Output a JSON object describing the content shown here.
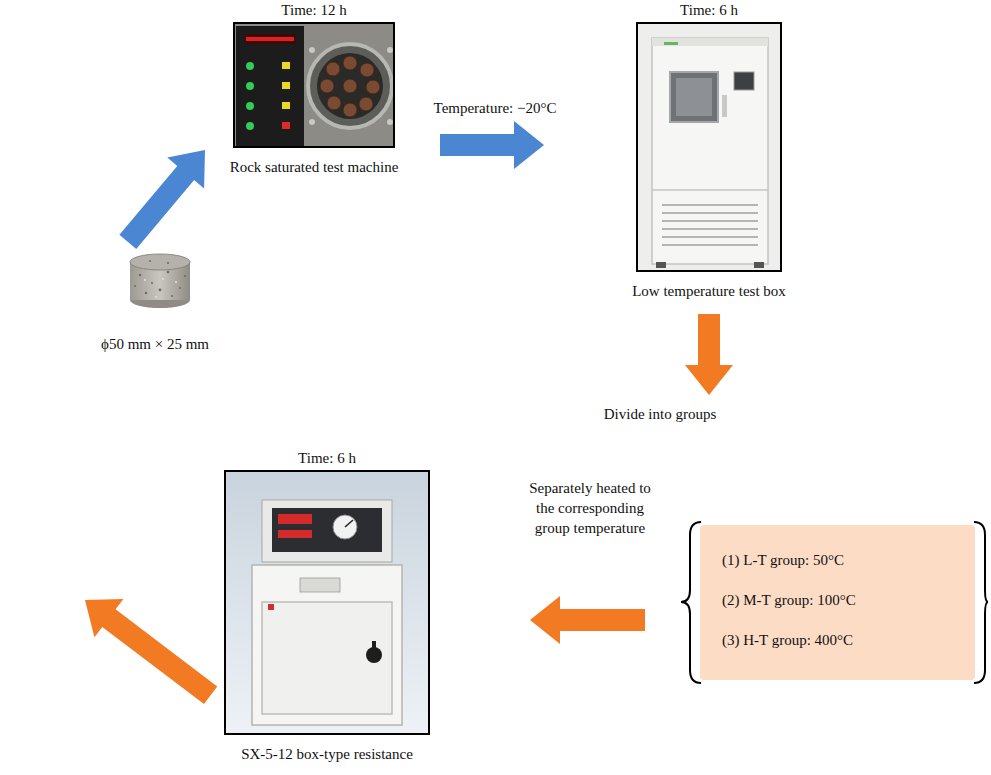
{
  "diagram": {
    "nodes": [
      {
        "text": [
          "ϕ50 mm × 25 mm"
        ]
      },
      {
        "text": [
          "Time: 12 h",
          "Rock saturated test machine"
        ]
      },
      {
        "text": [
          "Time: 6 h",
          "Low temperature test box"
        ]
      },
      {
        "text": [
          "(1) L-T group: 50°C",
          "(2) M-T group: 100°C",
          "(3) H-T group: 400°C"
        ]
      },
      {
        "text": [
          "Time: 6 h",
          "SX-5-12 box-type resistance"
        ]
      }
    ],
    "edges": [
      {
        "from": 0,
        "to": 1,
        "arrow": "to"
      },
      {
        "from": 1,
        "to": 2,
        "label": "Temperature: −20°C",
        "arrow": "to"
      },
      {
        "from": 2,
        "to": 3,
        "label": "Divide into groups",
        "arrow": "to"
      },
      {
        "from": 3,
        "to": 4,
        "label": "Separately heated to the corresponding group temperature",
        "arrow": "to"
      },
      {
        "from": 4,
        "to": 0,
        "arrow": "to"
      }
    ]
  }
}
